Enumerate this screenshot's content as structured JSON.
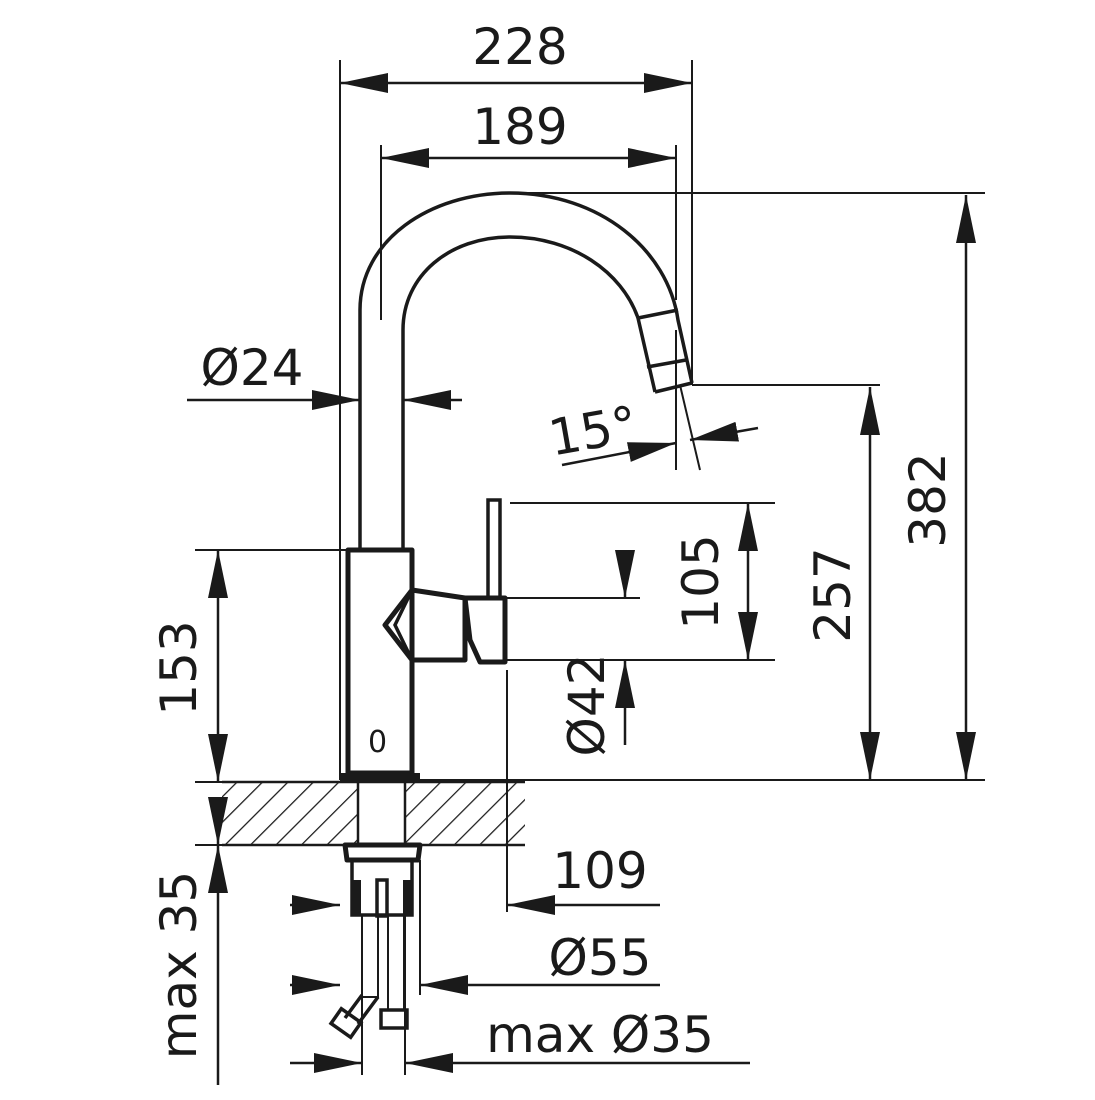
{
  "title": "Faucet dimension drawing",
  "dimensions": {
    "width_total": "228",
    "width_spout": "189",
    "tube_diameter": "Ø24",
    "spout_angle": "15°",
    "height_total": "382",
    "spout_outlet_height": "257",
    "lever_height": "105",
    "body_diameter": "Ø42",
    "body_height": "153",
    "max_counter_thickness": "max 35",
    "reach_to_lever": "109",
    "base_diameter": "Ø55",
    "max_hole_diameter": "max Ø35"
  },
  "body_mark": "0",
  "colors": {
    "line": "#1a1a1a",
    "background": "#ffffff"
  }
}
